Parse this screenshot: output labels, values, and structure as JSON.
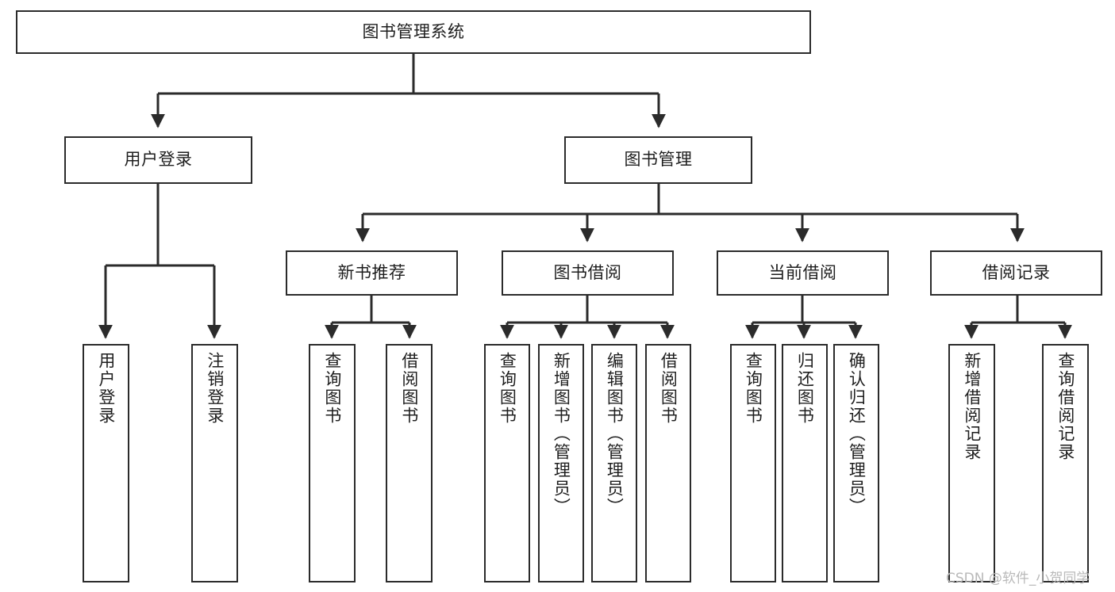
{
  "diagram": {
    "title": "图书管理系统",
    "watermark": "CSDN @软件_小贺同学",
    "colors": {
      "stroke": "#2b2b2b",
      "text": "#1e1e1e",
      "background": "#ffffff",
      "watermark": "#b9b9b9"
    },
    "levels": {
      "root": {
        "label": "图书管理系统"
      },
      "level2": [
        {
          "id": "user-login",
          "label": "用户登录"
        },
        {
          "id": "book-management",
          "label": "图书管理"
        }
      ],
      "level3": [
        {
          "id": "new-book-recommend",
          "label": "新书推荐"
        },
        {
          "id": "book-borrow",
          "label": "图书借阅"
        },
        {
          "id": "current-borrow",
          "label": "当前借阅"
        },
        {
          "id": "borrow-record",
          "label": "借阅记录"
        }
      ],
      "leaves": {
        "user_login": [
          {
            "id": "leaf-user-login",
            "label": "用户登录"
          },
          {
            "id": "leaf-logout-login",
            "label": "注销登录"
          }
        ],
        "new_book_recommend": [
          {
            "id": "leaf-query-book-1",
            "label": "查询图书"
          },
          {
            "id": "leaf-borrow-book-1",
            "label": "借阅图书"
          }
        ],
        "book_borrow": [
          {
            "id": "leaf-query-book-2",
            "label": "查询图书"
          },
          {
            "id": "leaf-add-book",
            "label": "新增图书（管理员）"
          },
          {
            "id": "leaf-edit-book",
            "label": "编辑图书（管理员）"
          },
          {
            "id": "leaf-borrow-book-2",
            "label": "借阅图书"
          }
        ],
        "current_borrow": [
          {
            "id": "leaf-query-book-3",
            "label": "查询图书"
          },
          {
            "id": "leaf-return-book",
            "label": "归还图书"
          },
          {
            "id": "leaf-confirm-return",
            "label": "确认归还（管理员）"
          }
        ],
        "borrow_record": [
          {
            "id": "leaf-add-record",
            "label": "新增借阅记录"
          },
          {
            "id": "leaf-query-record",
            "label": "查询借阅记录"
          }
        ]
      }
    }
  }
}
